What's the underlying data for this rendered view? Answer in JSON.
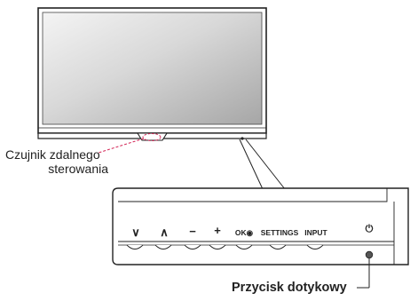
{
  "labels": {
    "sensor_line1": "Czujnik zdalnego",
    "sensor_line2": "sterowania",
    "touch_button": "Przycisk dotykowy"
  },
  "buttons": {
    "down": "∨",
    "up": "∧",
    "minus": "−",
    "plus": "+",
    "ok": "OK◉",
    "settings": "SETTINGS",
    "input": "INPUT",
    "power": "⏻"
  },
  "colors": {
    "outline": "#222222",
    "screen_gradient_light": "#f2f2f2",
    "screen_gradient_dark": "#a8a8a8",
    "sensor_dashed": "#d42a5a"
  }
}
